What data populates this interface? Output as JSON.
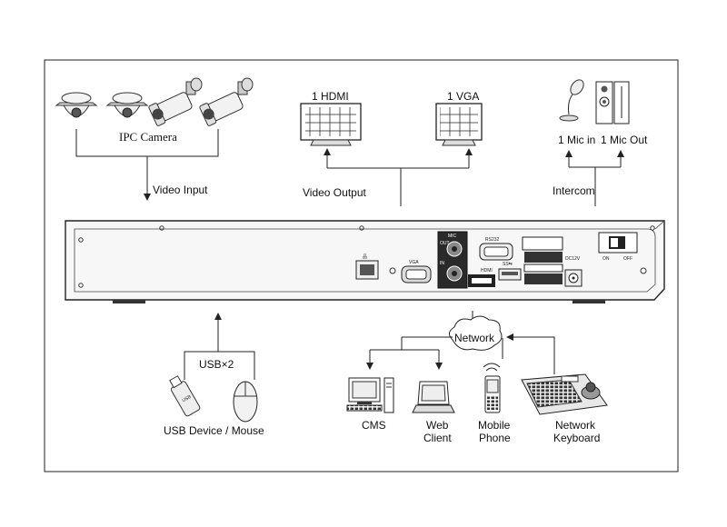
{
  "diagram": {
    "ipc_camera": "IPC Camera",
    "video_input": "Video Input",
    "hdmi": "1 HDMI",
    "vga": "1 VGA",
    "video_output": "Video Output",
    "mic_in": "1 Mic in",
    "mic_out": "1 Mic Out",
    "intercom": "Intercom",
    "usb_x2": "USB×2",
    "usb_device_mouse": "USB Device / Mouse",
    "network": "Network",
    "cms": "CMS",
    "web_client_1": "Web",
    "web_client_2": "Client",
    "mobile_phone_1": "Mobile",
    "mobile_phone_2": "Phone",
    "network_keyboard_1": "Network",
    "network_keyboard_2": "Keyboard"
  },
  "panel": {
    "vga_port": "VGA",
    "rs232_port": "RS232",
    "mic_label": "MIC",
    "out_label": "OUT",
    "in_label": "IN",
    "hdmi_port": "HDMI",
    "power_label": "DC12V",
    "on_label": "ON",
    "off_label": "OFF"
  }
}
